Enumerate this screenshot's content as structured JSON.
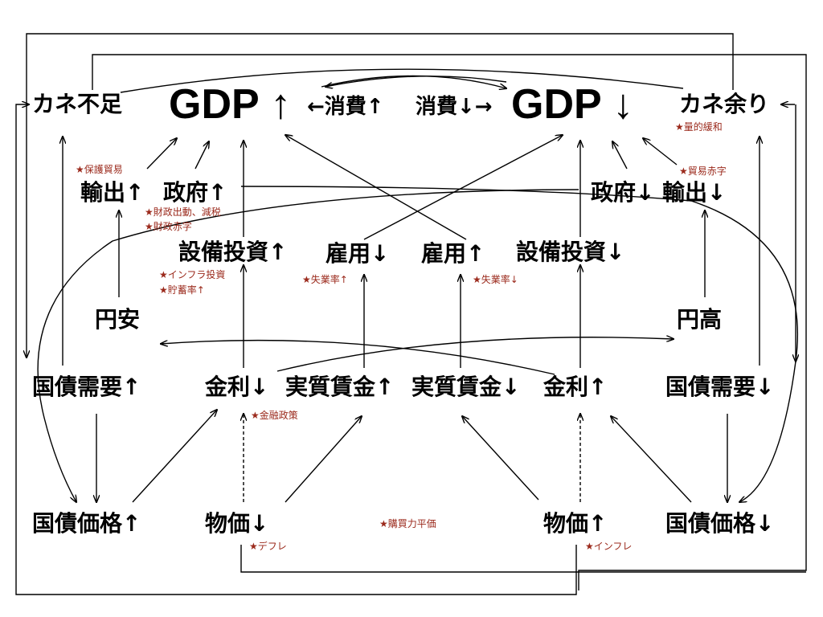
{
  "nodes": {
    "kane_fusoku": "カネ不足",
    "gdp_up": "GDP ↑",
    "shohi_up": "←消費↑",
    "shohi_down": "消費↓→",
    "gdp_down": "GDP ↓",
    "kane_amari": "カネ余り",
    "yushutsu_up": "輸出↑",
    "seifu_up": "政府↑",
    "seifu_down": "政府↓",
    "yushutsu_down": "輸出↓",
    "setsubi_up": "設備投資↑",
    "koyo_down": "雇用↓",
    "koyo_up": "雇用↑",
    "setsubi_down": "設備投資↓",
    "enyasu": "円安",
    "endaka": "円高",
    "kokusai_juyo_up": "国債需要↑",
    "kinri_down": "金利↓",
    "jisshitsu_up": "実質賃金↑",
    "jisshitsu_down": "実質賃金↓",
    "kinri_up": "金利↑",
    "kokusai_juyo_down": "国債需要↓",
    "kokusai_kakaku_up": "国債価格↑",
    "bukka_down": "物価↓",
    "bukka_up": "物価↑",
    "kokusai_kakaku_down": "国債価格↓"
  },
  "notes": {
    "ryoteki_kanwa": "★量的緩和",
    "hogo_boeki": "★保護貿易",
    "boeki_akaji": "★貿易赤字",
    "zaisei_shutsudo": "★財政出動、減税",
    "zaisei_akaji": "★財政赤字",
    "infura": "★インフラ投資",
    "chochiku": "★貯蓄率↑",
    "shitsugyo_up": "★失業率↑",
    "shitsugyo_down": "★失業率↓",
    "kinyu_seisaku": "★金融政策",
    "kobairyoku": "★購買力平価",
    "defure": "★デフレ",
    "infure": "★インフレ"
  },
  "colors": {
    "text": "#000000",
    "note": "#9b2a1c",
    "line": "#000000"
  }
}
